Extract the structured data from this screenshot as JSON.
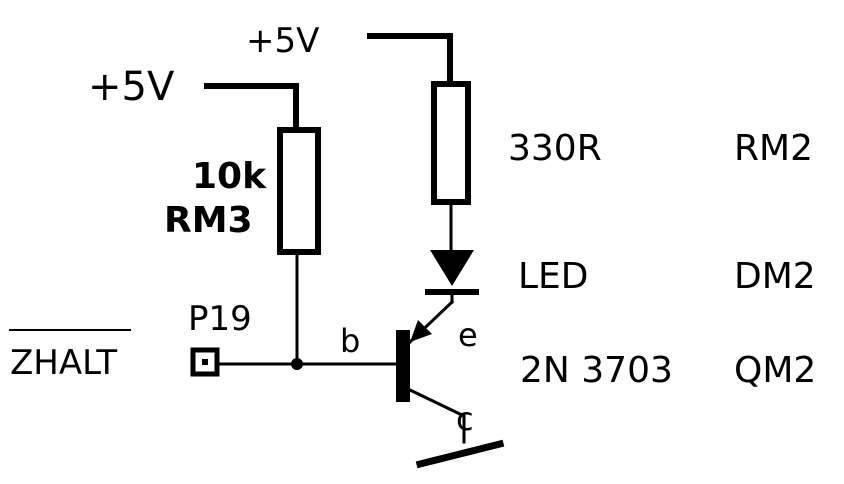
{
  "labels": {
    "supply_left": "+5V",
    "supply_right": "+5V",
    "r_left_value": "10k",
    "r_left_ref": "RM3",
    "r_right_value": "330R",
    "r_right_ref": "RM2",
    "led_value": "LED",
    "led_ref": "DM2",
    "transistor_value": "2N 3703",
    "transistor_ref": "QM2",
    "pin": "P19",
    "signal": "ZHALT",
    "base": "b",
    "emitter": "e",
    "collector": "c"
  },
  "colors": {
    "ink": "#000000",
    "paper": "#ffffff"
  }
}
